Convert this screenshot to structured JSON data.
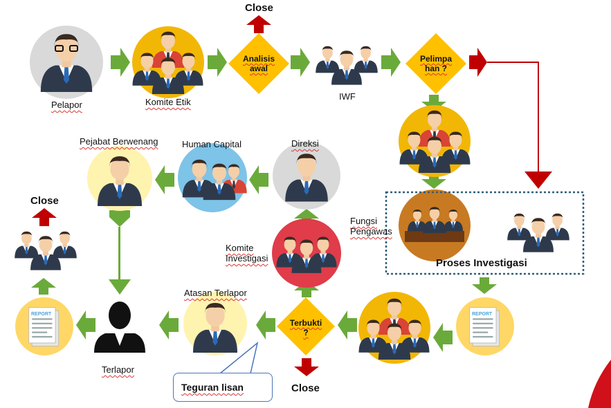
{
  "nodes": {
    "pelapor": "Pelapor",
    "komite_etik": "Komite Etik",
    "analisis_awal": [
      "Analisis",
      "awal"
    ],
    "iwf": "IWF",
    "pelimpahan": [
      "Pelimpa",
      "han ?"
    ],
    "fungsi_pengawas": [
      "Fungsi",
      "Pengawas"
    ],
    "proses_investigasi": "Proses Investigasi",
    "terbukti": [
      "Terbukti",
      "?"
    ],
    "komite_investigasi": [
      "Komite",
      "Investigasi"
    ],
    "direksi": "Direksi",
    "human_capital": "Human Capital",
    "pejabat_berwenang": "Pejabat Berwenang",
    "atasan_terlapor": "Atasan Terlapor",
    "terlapor": "Terlapor",
    "teguran_lisan": "Teguran lisan",
    "report_icon": "REPORT"
  },
  "outcomes": {
    "close_top": "Close",
    "close_left": "Close",
    "close_bottom": "Close"
  },
  "colors": {
    "arrow_green": "#6aaa3a",
    "arrow_red": "#c00000",
    "diamond": "#ffc000",
    "circle_yellow": "#f2b705",
    "circle_gray": "#d9d9d9",
    "circle_red": "#e03c4a",
    "circle_blue": "#7ec3e8",
    "circle_brown": "#c77a22",
    "dashed_border": "#2f5f7a",
    "suit": "#2e3a4c"
  }
}
